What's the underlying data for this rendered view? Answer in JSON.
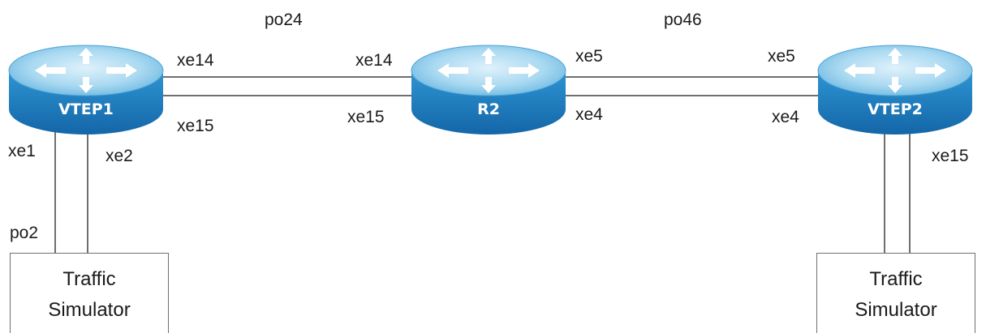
{
  "nodes": {
    "vtep1": {
      "label": "VTEP1"
    },
    "r2": {
      "label": "R2"
    },
    "vtep2": {
      "label": "VTEP2"
    },
    "sim_left": {
      "line1": "Traffic",
      "line2": "Simulator"
    },
    "sim_right": {
      "line1": "Traffic",
      "line2": "Simulator"
    }
  },
  "links": {
    "vtep1_r2": {
      "bundle": "po24",
      "vtep1_top": "xe14",
      "vtep1_bottom": "xe15",
      "r2_top": "xe14",
      "r2_bottom": "xe15"
    },
    "r2_vtep2": {
      "bundle": "po46",
      "r2_top": "xe5",
      "r2_bottom": "xe4",
      "vtep2_top": "xe5",
      "vtep2_bottom": "xe4"
    },
    "vtep1_sim": {
      "bundle": "po2",
      "port_a": "xe1",
      "port_b": "xe2"
    },
    "vtep2_sim": {
      "port": "xe15"
    }
  },
  "colors": {
    "router_top": "#9fd3ef",
    "router_side": "#1f7fbf",
    "router_arrows": "#ffffff",
    "link": "#6f6f6f"
  },
  "icons": {
    "router": "router-icon"
  }
}
